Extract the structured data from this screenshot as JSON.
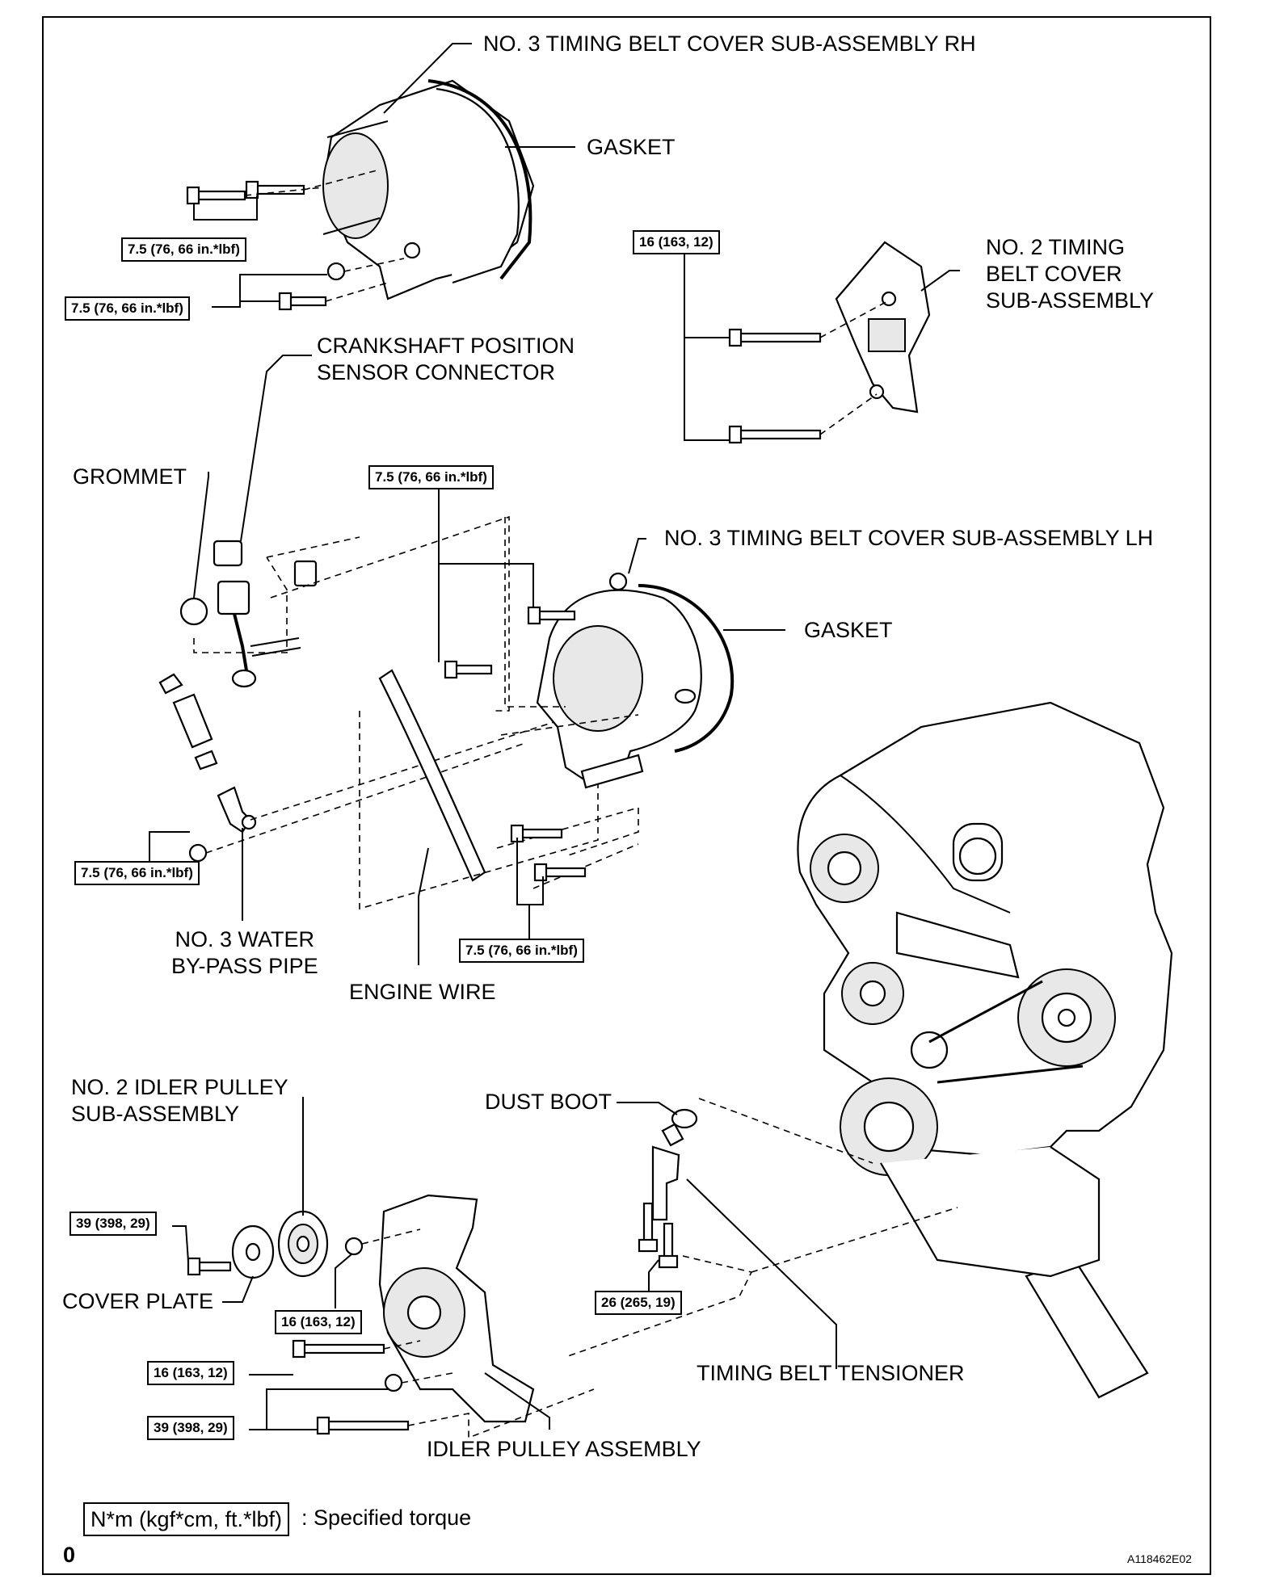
{
  "labels": {
    "cover_rh": "NO. 3 TIMING BELT COVER SUB-ASSEMBLY RH",
    "gasket_rh": "GASKET",
    "cover_no2": "NO. 2 TIMING\nBELT COVER\nSUB-ASSEMBLY",
    "crank_sensor": "CRANKSHAFT POSITION\nSENSOR CONNECTOR",
    "grommet": "GROMMET",
    "cover_lh": "NO. 3 TIMING BELT COVER SUB-ASSEMBLY LH",
    "gasket_lh": "GASKET",
    "water_pipe": "NO. 3 WATER\nBY-PASS PIPE",
    "engine_wire": "ENGINE WIRE",
    "idler_no2": "NO. 2 IDLER PULLEY\nSUB-ASSEMBLY",
    "dust_boot": "DUST BOOT",
    "cover_plate": "COVER PLATE",
    "tensioner": "TIMING BELT TENSIONER",
    "idler_assy": "IDLER PULLEY ASSEMBLY"
  },
  "torques": {
    "t1": "7.5 (76, 66 in.*lbf)",
    "t2": "7.5 (76, 66 in.*lbf)",
    "t3": "16 (163, 12)",
    "t4": "7.5 (76, 66 in.*lbf)",
    "t5": "7.5 (76, 66 in.*lbf)",
    "t6": "7.5 (76, 66 in.*lbf)",
    "t7": "39 (398, 29)",
    "t8": "16 (163, 12)",
    "t9": "26 (265, 19)",
    "t10": "16 (163, 12)",
    "t11": "39 (398, 29)"
  },
  "legend": {
    "box": "N*m (kgf*cm, ft.*lbf)",
    "text": ": Specified torque"
  },
  "page_number": "0",
  "figure_code": "A118462E02"
}
